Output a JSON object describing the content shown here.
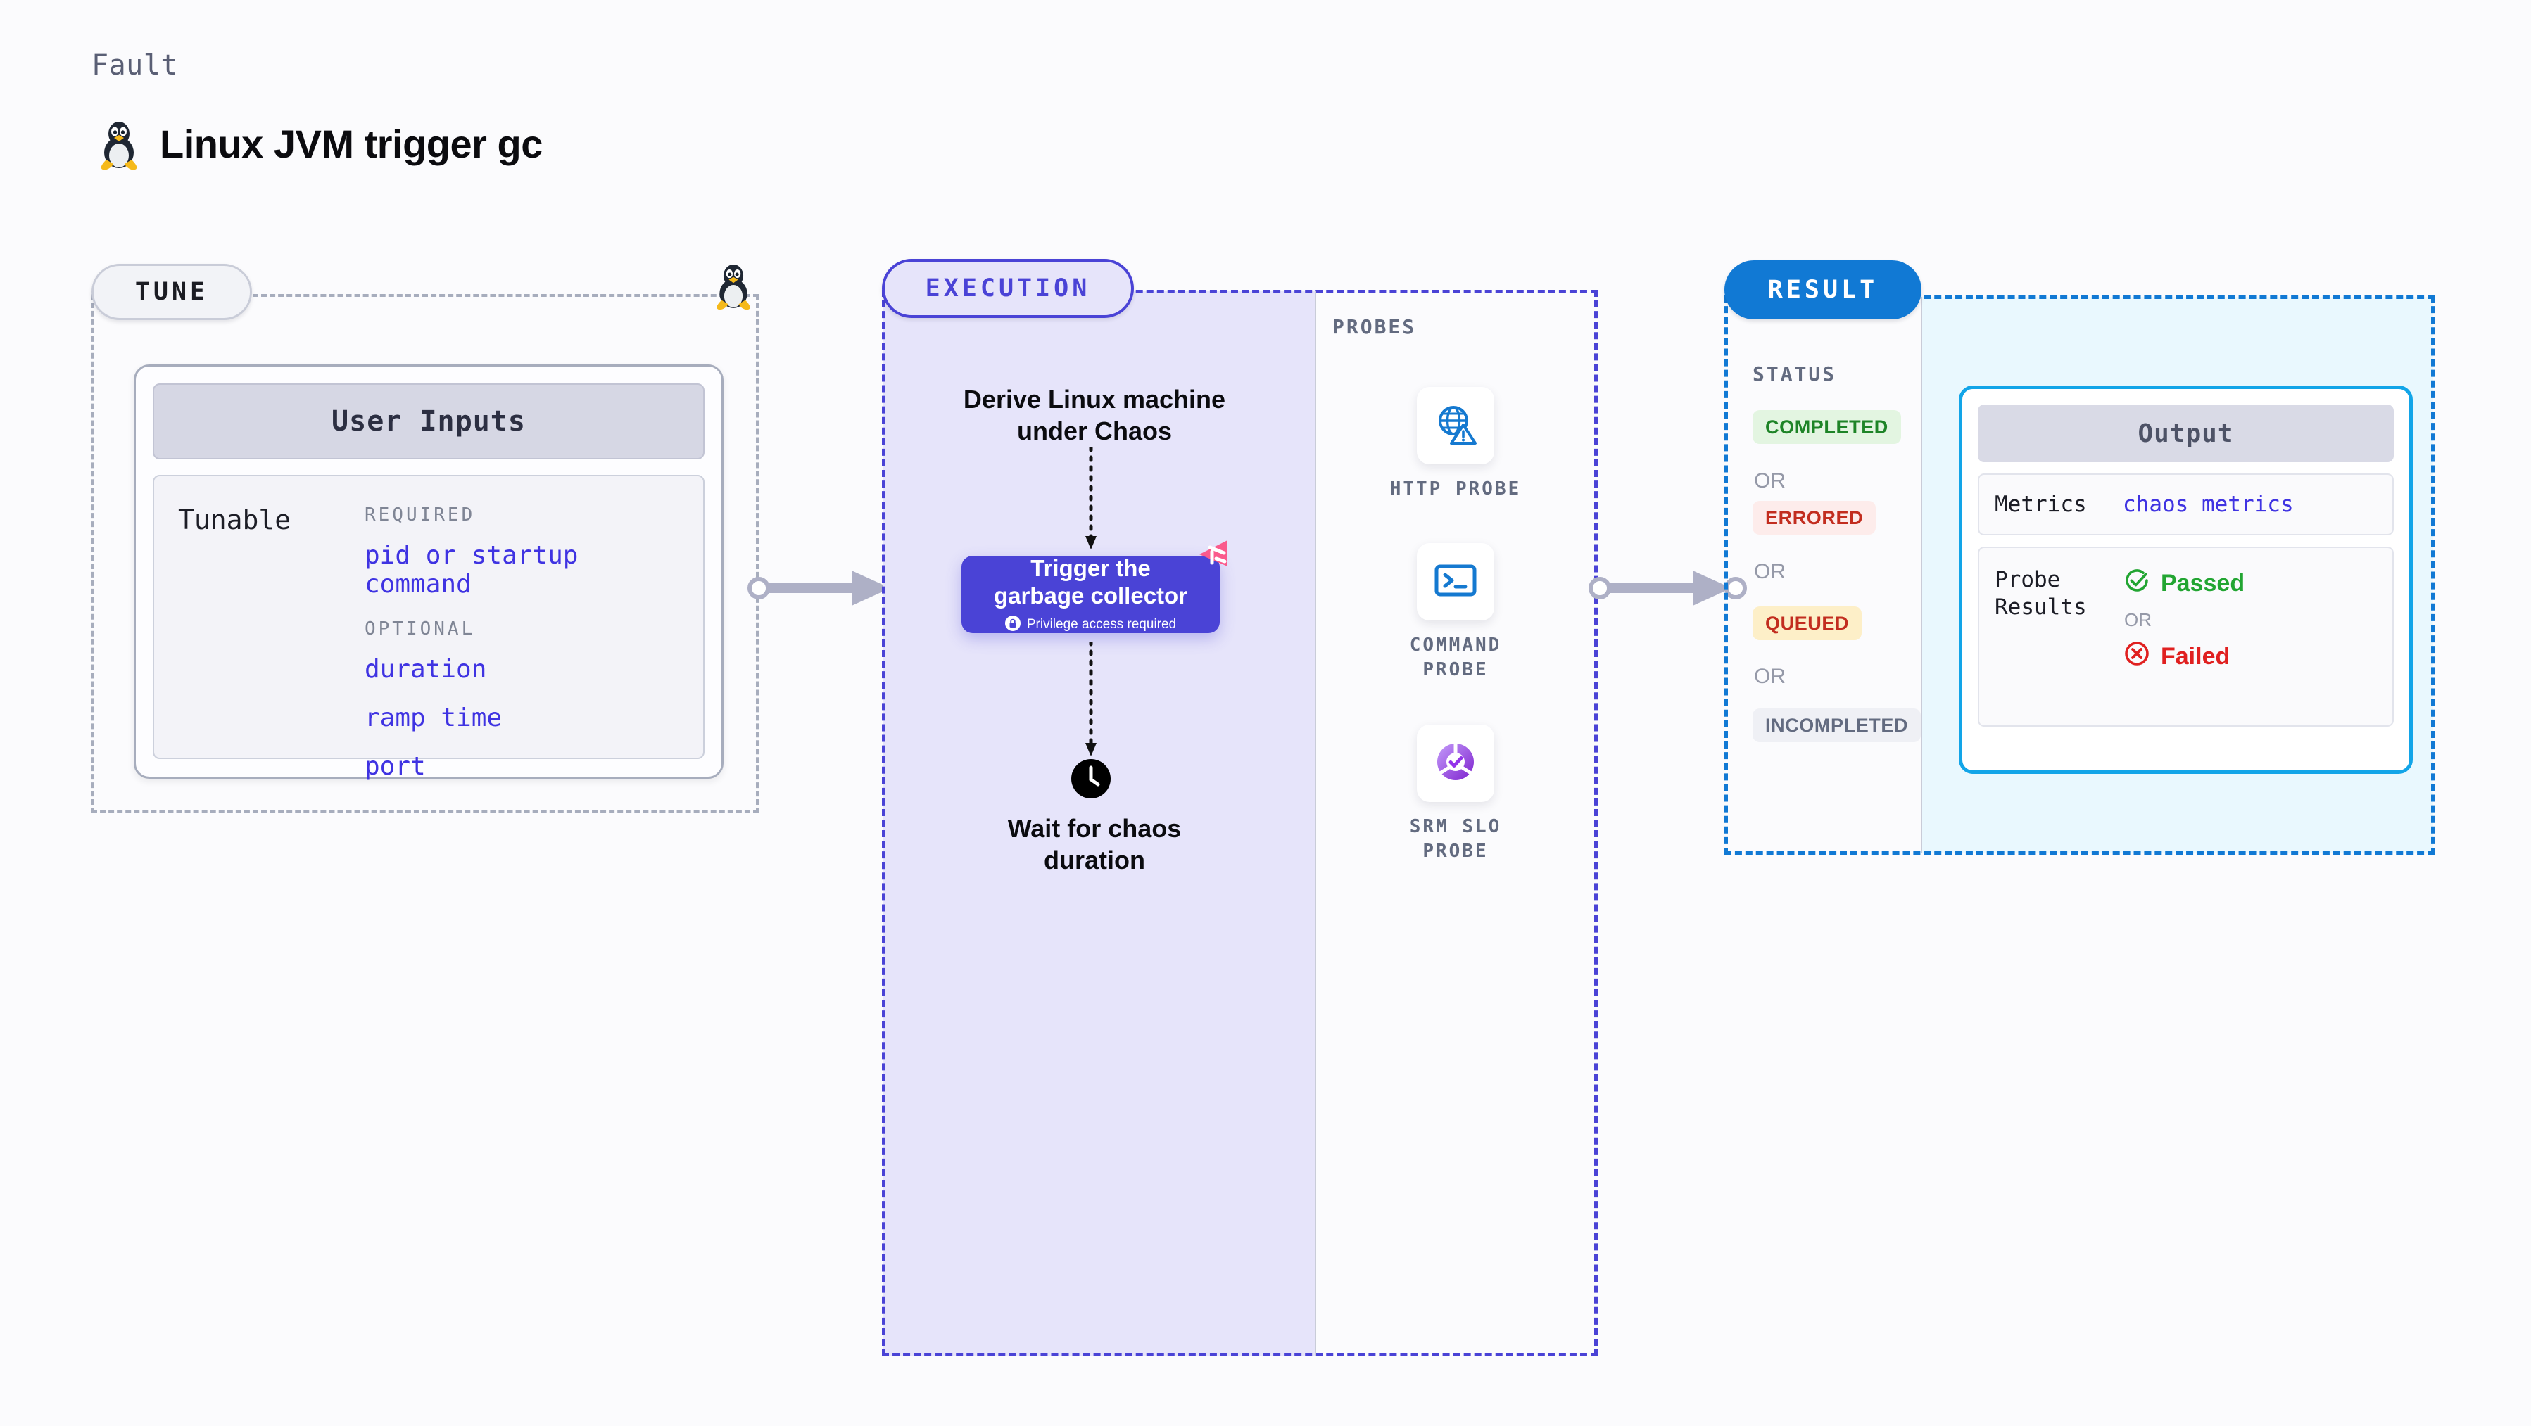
{
  "header": {
    "eyebrow": "Fault",
    "title": "Linux JVM trigger gc",
    "icon": "linux-penguin-icon"
  },
  "tune": {
    "pill_label": "TUNE",
    "card_header": "User Inputs",
    "tunable_label": "Tunable",
    "groups": [
      {
        "label": "REQUIRED",
        "items": [
          "pid or startup command"
        ]
      },
      {
        "label": "OPTIONAL",
        "items": [
          "duration",
          "ramp time",
          "port"
        ]
      }
    ]
  },
  "execution": {
    "pill_label": "EXECUTION",
    "step_derive": "Derive Linux machine\nunder Chaos",
    "trigger": {
      "title": "Trigger the\ngarbage collector",
      "privilege_note": "Privilege access required",
      "privilege_icon": "lock-icon",
      "badge_icon": "chaos-bolt-icon",
      "color": "#4a43d6"
    },
    "step_wait": "Wait for chaos\nduration",
    "wait_icon": "clock-icon"
  },
  "probes": {
    "label": "PROBES",
    "items": [
      {
        "caption": "HTTP PROBE",
        "icon": "globe-alert-icon",
        "color": "#1579d0"
      },
      {
        "caption": "COMMAND\nPROBE",
        "icon": "terminal-icon",
        "color": "#1579d0"
      },
      {
        "caption": "SRM SLO\nPROBE",
        "icon": "srm-slo-icon",
        "color": "#9333ea"
      }
    ]
  },
  "result": {
    "pill_label": "RESULT",
    "status_label": "STATUS",
    "or_label": "OR",
    "statuses": [
      {
        "label": "COMPLETED",
        "bg": "#e3f5e1",
        "fg": "#1e8427"
      },
      {
        "label": "ERRORED",
        "bg": "#fdeceb",
        "fg": "#c22d1f"
      },
      {
        "label": "QUEUED",
        "bg": "#fdefc8",
        "fg": "#c22d1f"
      },
      {
        "label": "INCOMPLETED",
        "bg": "#eff0f5",
        "fg": "#636b80"
      }
    ]
  },
  "output": {
    "card_header": "Output",
    "metrics_label": "Metrics",
    "metrics_value": "chaos metrics",
    "probe_results_label": "Probe\nResults",
    "passed_label": "Passed",
    "failed_label": "Failed",
    "or_label": "OR",
    "passed_icon": "check-circle-icon",
    "failed_icon": "x-circle-icon"
  },
  "colors": {
    "accent_purple": "#4a43d6",
    "accent_blue": "#1179d4",
    "accent_cyan": "#12a5e8",
    "muted": "#a7adbd",
    "connector": "#aeb0c6"
  }
}
